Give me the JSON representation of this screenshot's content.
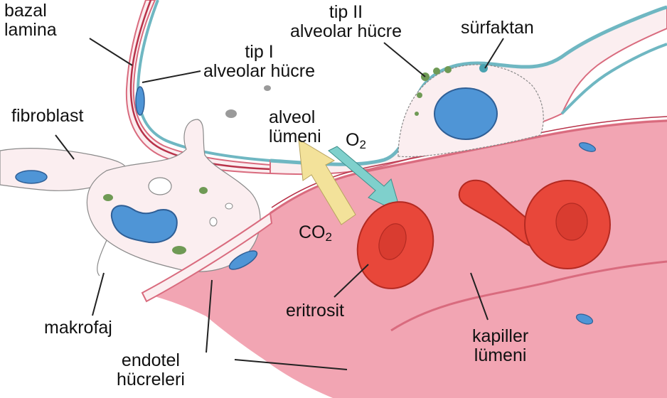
{
  "labels": {
    "bazal_lamina": [
      "bazal",
      "lamina"
    ],
    "tip1_alveolar": [
      "tip I",
      "alveolar hücre"
    ],
    "tip2_alveolar": [
      "tip II",
      "alveolar hücre"
    ],
    "surfaktan": "sürfaktan",
    "fibroblast": "fibroblast",
    "alveol_lumeni": [
      "alveol",
      "lümeni"
    ],
    "o2": {
      "main": "O",
      "sub": "2"
    },
    "co2": {
      "main": "CO",
      "sub": "2"
    },
    "makrofaj": "makrofaj",
    "eritrosit": "eritrosit",
    "kapiller_lumeni": [
      "kapiller",
      "lümeni"
    ],
    "endotel_hucreleri": [
      "endotel",
      "hücreleri"
    ]
  },
  "colors": {
    "capillary_lumen": "#f2a5b3",
    "capillary_wall": "#e88d9c",
    "membrane_pink": "#d96b7e",
    "basal_lamina_line": "#b8334a",
    "alveolar_epithelium": "#6fb7c2",
    "surfactant_blue": "#4aa2b0",
    "cell_cytoplasm": "#fbeef0",
    "nucleus_blue": "#4f95d6",
    "erythrocyte_red": "#e8473a",
    "erythrocyte_dark": "#b32a22",
    "co2_arrow": "#f3e29a",
    "o2_arrow": "#7fd0cc",
    "granule_green": "#6f9a55"
  }
}
